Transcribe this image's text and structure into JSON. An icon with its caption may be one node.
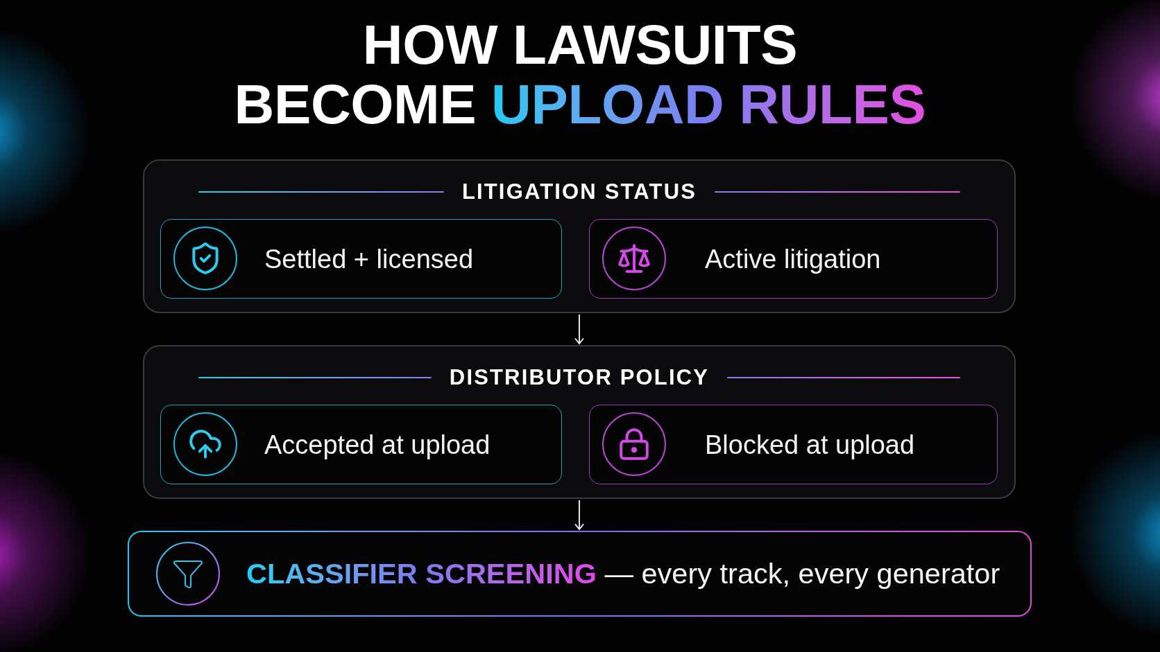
{
  "diagram": {
    "title": "HOW LAWSUITS BECOME UPLOAD RULES",
    "nodes": [
      {
        "text": [
          "LITIGATION STATUS"
        ]
      },
      {
        "text": [
          "Settled + licensed"
        ],
        "in": 0
      },
      {
        "text": [
          "Active litigation"
        ],
        "in": 0
      },
      {
        "text": [
          "DISTRIBUTOR POLICY"
        ]
      },
      {
        "text": [
          "Accepted at upload"
        ],
        "in": 3
      },
      {
        "text": [
          "Blocked at upload"
        ],
        "in": 3
      },
      {
        "text": [
          "**CLASSIFIER SCREENING** — every track, every generator"
        ]
      }
    ],
    "edges": [
      {
        "from": 0,
        "to": 3,
        "arrow": "to"
      },
      {
        "from": 3,
        "to": 6,
        "arrow": "to"
      }
    ]
  }
}
